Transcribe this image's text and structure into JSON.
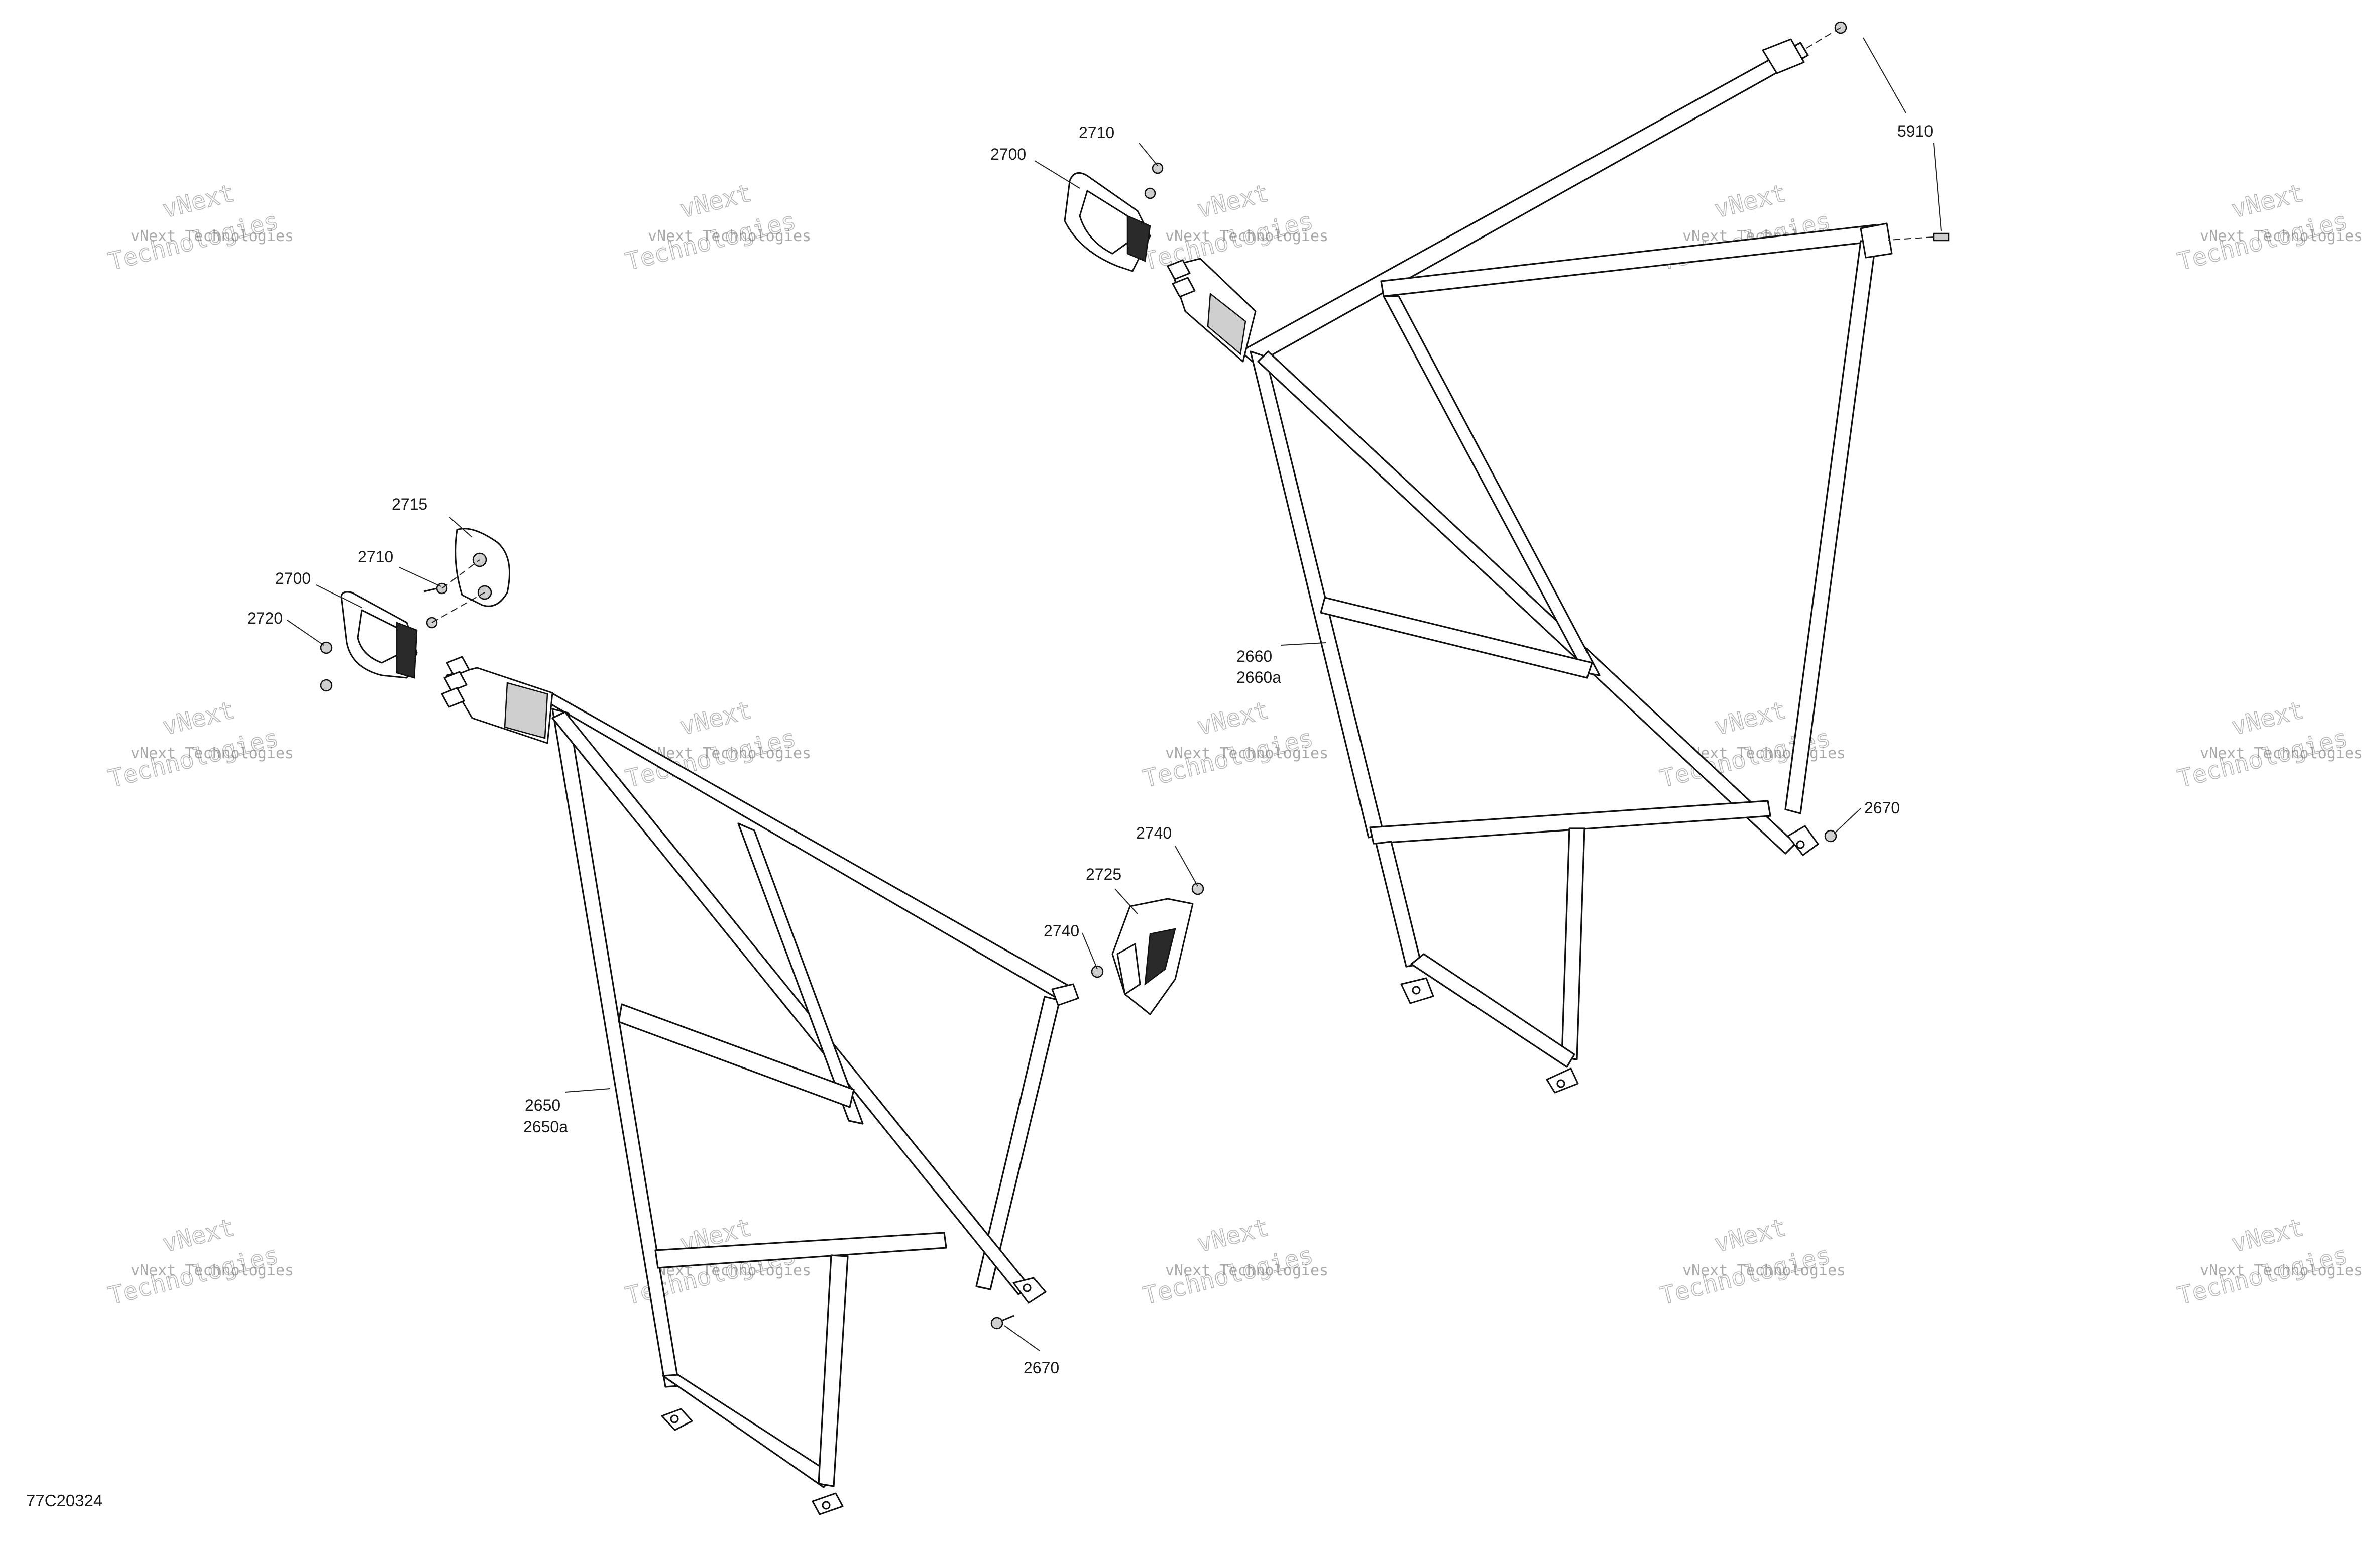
{
  "drawing": {
    "number": "77C20324"
  },
  "watermark": {
    "line_small": "vNext Technologies",
    "line_large_1": "vNext",
    "line_large_2": "Technologies"
  },
  "callouts": {
    "left_net": {
      "c2715": "2715",
      "c2710": "2710",
      "c2700": "2700",
      "c2720": "2720",
      "c2650": "2650",
      "c2650a": "2650a",
      "c2740_top": "2740",
      "c2725": "2725",
      "c2740_bottom": "2740",
      "c2670": "2670"
    },
    "right_net": {
      "c2710": "2710",
      "c2700": "2700",
      "c5910": "5910",
      "c2660": "2660",
      "c2660a": "2660a",
      "c2670": "2670"
    }
  }
}
